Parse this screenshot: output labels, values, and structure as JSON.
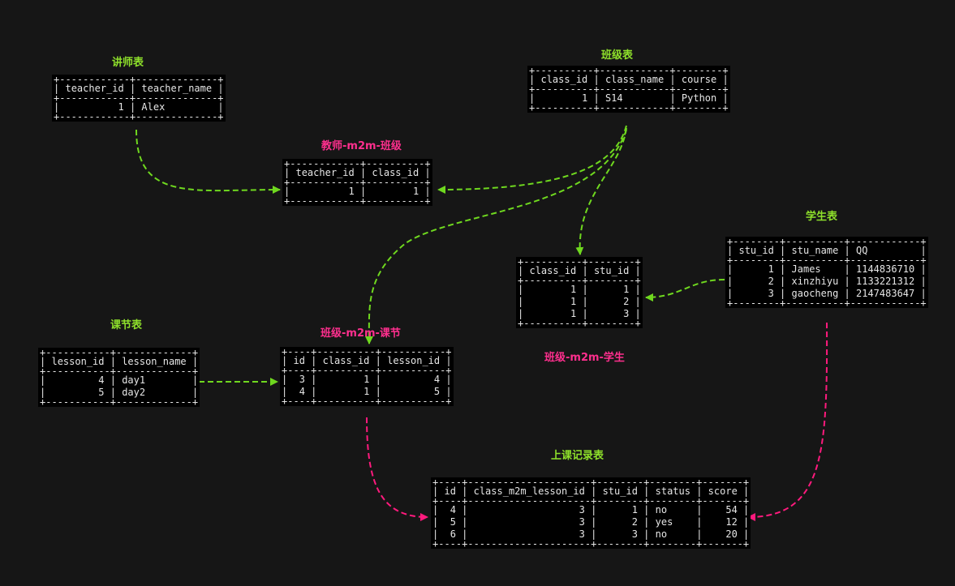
{
  "colors": {
    "green": "#6fd81f",
    "pink": "#ff1a7d",
    "background": "#161616"
  },
  "tables": {
    "teacher": {
      "title": "讲师表",
      "columns": [
        "teacher_id",
        "teacher_name"
      ],
      "rows": [
        [
          "1",
          "Alex"
        ]
      ]
    },
    "class": {
      "title": "班级表",
      "columns": [
        "class_id",
        "class_name",
        "course"
      ],
      "rows": [
        [
          "1",
          "S14",
          "Python"
        ]
      ]
    },
    "teacher_class": {
      "title": "教师-m2m-班级",
      "columns": [
        "teacher_id",
        "class_id"
      ],
      "rows": [
        [
          "1",
          "1"
        ]
      ]
    },
    "student": {
      "title": "学生表",
      "columns": [
        "stu_id",
        "stu_name",
        "QQ"
      ],
      "rows": [
        [
          "1",
          "James",
          "1144836710"
        ],
        [
          "2",
          "xinzhiyu",
          "1133221312"
        ],
        [
          "3",
          "gaocheng",
          "2147483647"
        ]
      ]
    },
    "class_student": {
      "title": "班级-m2m-学生",
      "columns": [
        "class_id",
        "stu_id"
      ],
      "rows": [
        [
          "1",
          "1"
        ],
        [
          "1",
          "2"
        ],
        [
          "1",
          "3"
        ]
      ]
    },
    "lesson": {
      "title": "课节表",
      "columns": [
        "lesson_id",
        "lesson_name"
      ],
      "rows": [
        [
          "4",
          "day1"
        ],
        [
          "5",
          "day2"
        ]
      ]
    },
    "class_lesson": {
      "title": "班级-m2m-课节",
      "columns": [
        "id",
        "class_id",
        "lesson_id"
      ],
      "rows": [
        [
          "3",
          "1",
          "4"
        ],
        [
          "4",
          "1",
          "5"
        ]
      ]
    },
    "record": {
      "title": "上课记录表",
      "columns": [
        "id",
        "class_m2m_lesson_id",
        "stu_id",
        "status",
        "score"
      ],
      "rows": [
        [
          "4",
          "3",
          "1",
          "no",
          "54"
        ],
        [
          "5",
          "3",
          "2",
          "yes",
          "12"
        ],
        [
          "6",
          "3",
          "3",
          "no",
          "20"
        ]
      ]
    }
  }
}
